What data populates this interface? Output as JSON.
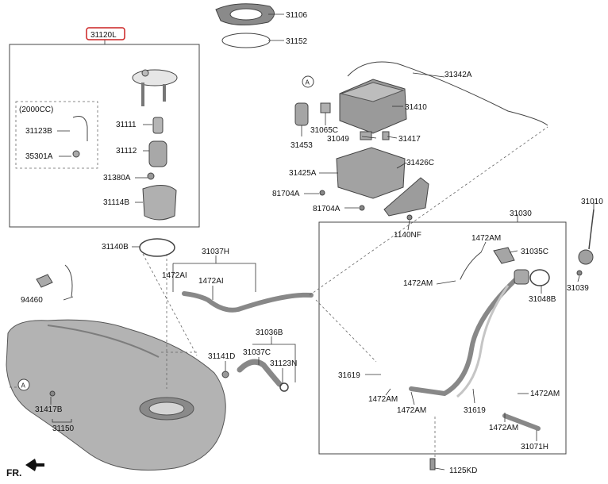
{
  "labels": {
    "l31106": "31106",
    "l31152": "31152",
    "l31120L": "31120L",
    "l2000cc": "(2000CC)",
    "l31123B": "31123B",
    "l35301A": "35301A",
    "l31111": "31111",
    "l31112": "31112",
    "l31380A": "31380A",
    "l31114B": "31114B",
    "l31342A": "31342A",
    "l31410": "31410",
    "l31065C": "31065C",
    "l31453": "31453",
    "l31049": "31049",
    "l31417": "31417",
    "l31425A": "31425A",
    "l31426C": "31426C",
    "l81704A_1": "81704A",
    "l81704A_2": "81704A",
    "l1140NF": "1140NF",
    "l31010": "31010",
    "l31030": "31030",
    "l1472AM_1": "1472AM",
    "l31035C": "31035C",
    "l1472AM_2": "1472AM",
    "l31048B": "31048B",
    "l31039": "31039",
    "l31140B": "31140B",
    "l31037H": "31037H",
    "l1472AI_1": "1472AI",
    "l1472AI_2": "1472AI",
    "l94460": "94460",
    "l31036B": "31036B",
    "l31141D": "31141D",
    "l31037C": "31037C",
    "l31123N": "31123N",
    "l31619_1": "31619",
    "l1472AM_3": "1472AM",
    "l1472AM_4": "1472AM",
    "l31619_2": "31619",
    "l1472AM_5": "1472AM",
    "l1472AM_6": "1472AM",
    "l31071H": "31071H",
    "l1125KD": "1125KD",
    "l31417B": "31417B",
    "l31150": "31150",
    "fr": "FR.",
    "refA1": "A",
    "refA2": "A"
  },
  "colors": {
    "highlight": "#cc2222",
    "part_fill": "#c9c9c9",
    "part_dark": "#8a8a8a"
  }
}
